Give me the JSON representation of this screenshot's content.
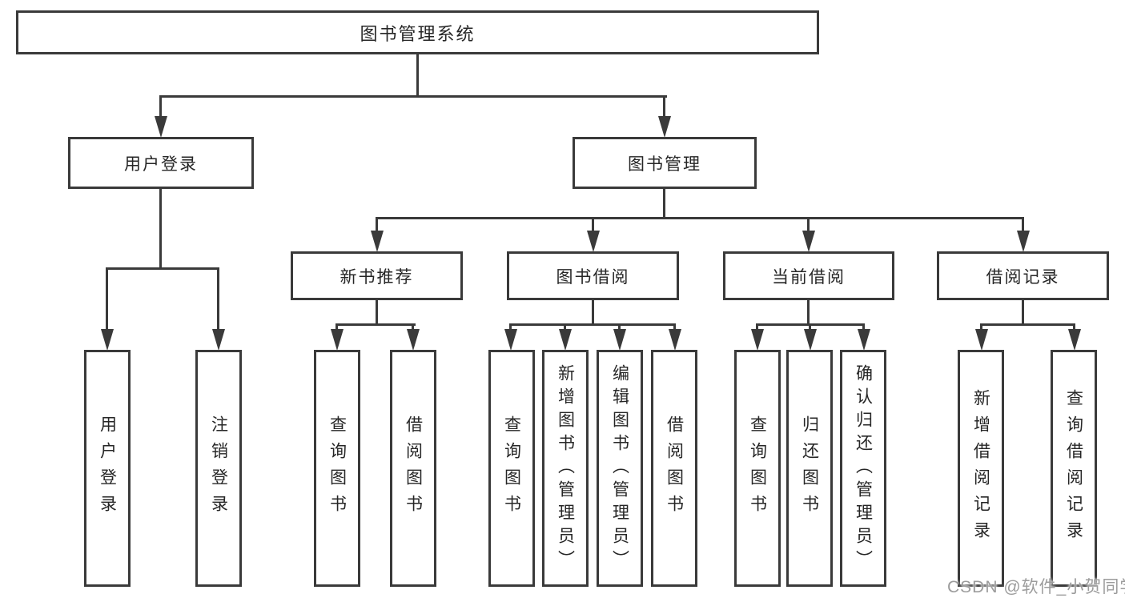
{
  "diagram": {
    "root": {
      "label": "图书管理系统"
    },
    "level2": [
      {
        "label": "用户登录"
      },
      {
        "label": "图书管理"
      }
    ],
    "level3": [
      {
        "label": "新书推荐"
      },
      {
        "label": "图书借阅"
      },
      {
        "label": "当前借阅"
      },
      {
        "label": "借阅记录"
      }
    ],
    "leaves": [
      {
        "label": "用户登录"
      },
      {
        "label": "注销登录"
      },
      {
        "label": "查询图书"
      },
      {
        "label": "借阅图书"
      },
      {
        "label": "查询图书"
      },
      {
        "label": "新增图书（管理员）"
      },
      {
        "label": "编辑图书（管理员）"
      },
      {
        "label": "借阅图书"
      },
      {
        "label": "查询图书"
      },
      {
        "label": "归还图书"
      },
      {
        "label": "确认归还（管理员）"
      },
      {
        "label": "新增借阅记录"
      },
      {
        "label": "查询借阅记录"
      }
    ]
  },
  "watermark": {
    "text": "CSDN @软件_小贺同学"
  },
  "colors": {
    "line": "#3a3a3a",
    "text": "#262626",
    "background": "#ffffff",
    "watermark": "#9c9c9c"
  }
}
